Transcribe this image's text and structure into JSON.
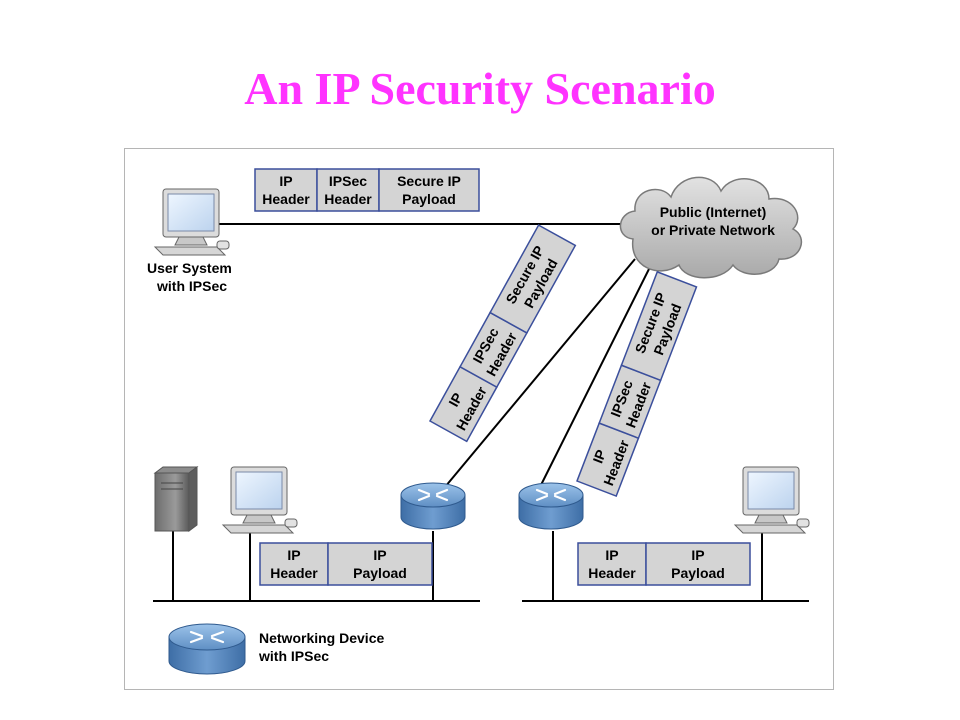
{
  "title": "An IP Security Scenario",
  "colors": {
    "title": "#ff33ff",
    "packet_fill": "#d4d4d4",
    "packet_border": "#3b4f9c",
    "router": "#5f8fc4",
    "cloud": "#c9c9c9"
  },
  "icons": [
    "desktop-computer-icon",
    "server-tower-icon",
    "router-icon",
    "cloud-icon"
  ],
  "labels": {
    "user_system_line1": "User System",
    "user_system_line2": "with IPSec",
    "cloud_line1": "Public (Internet)",
    "cloud_line2": "or Private Network",
    "legend_line1": "Networking Device",
    "legend_line2": "with IPSec"
  },
  "packets": {
    "secure_top": [
      {
        "line1": "IP",
        "line2": "Header"
      },
      {
        "line1": "IPSec",
        "line2": "Header"
      },
      {
        "line1": "Secure IP",
        "line2": "Payload"
      }
    ],
    "secure_left_diagonal": [
      {
        "line1": "IP",
        "line2": "Header"
      },
      {
        "line1": "IPSec",
        "line2": "Header"
      },
      {
        "line1": "Secure IP",
        "line2": "Payload"
      }
    ],
    "secure_right_diagonal": [
      {
        "line1": "IP",
        "line2": "Header"
      },
      {
        "line1": "IPSec",
        "line2": "Header"
      },
      {
        "line1": "Secure IP",
        "line2": "Payload"
      }
    ],
    "plain_left": [
      {
        "line1": "IP",
        "line2": "Header"
      },
      {
        "line1": "IP",
        "line2": "Payload"
      }
    ],
    "plain_right": [
      {
        "line1": "IP",
        "line2": "Header"
      },
      {
        "line1": "IP",
        "line2": "Payload"
      }
    ]
  }
}
